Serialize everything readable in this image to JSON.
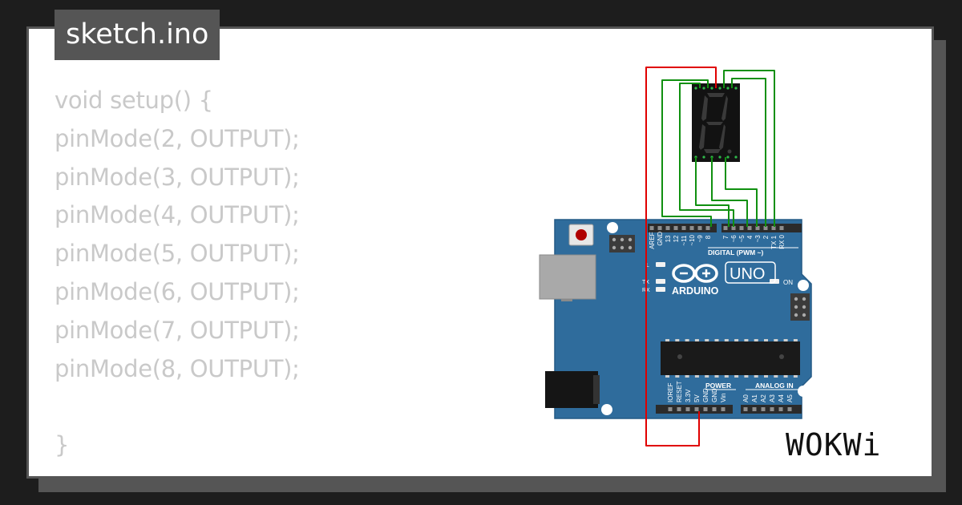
{
  "tab": {
    "filename": "sketch.ino"
  },
  "code": {
    "lines": [
      "void setup() {",
      "pinMode(2, OUTPUT);",
      "pinMode(3, OUTPUT);",
      "pinMode(4, OUTPUT);",
      "pinMode(5, OUTPUT);",
      "pinMode(6, OUTPUT);",
      "pinMode(7, OUTPUT);",
      "pinMode(8, OUTPUT);",
      "",
      "}"
    ]
  },
  "board": {
    "brand": "ARDUINO",
    "model": "UNO",
    "digital_label": "DIGITAL (PWM ~)",
    "power_label": "POWER",
    "analog_label": "ANALOG IN",
    "on_label": "ON",
    "led_l": "L",
    "led_tx": "TX",
    "led_rx": "RX",
    "digital_pins": [
      "AREF",
      "GND",
      "13",
      "12",
      "~11",
      "~10",
      "~9",
      "8",
      "7",
      "~6",
      "~5",
      "4",
      "~3",
      "2",
      "TX 1",
      "RX 0"
    ],
    "power_pins": [
      "IOREF",
      "RESET",
      "3.3V",
      "5V",
      "GND",
      "GND",
      "Vin"
    ],
    "analog_pins": [
      "A0",
      "A1",
      "A2",
      "A3",
      "A4",
      "A5"
    ]
  },
  "branding": {
    "logo": "WOKWi"
  },
  "colors": {
    "background": "#1d1d1d",
    "card_border": "#555555",
    "code_text": "#c9c9c9",
    "board": "#2f6c9c",
    "wire_red": "#e00000",
    "wire_green": "#109010"
  }
}
